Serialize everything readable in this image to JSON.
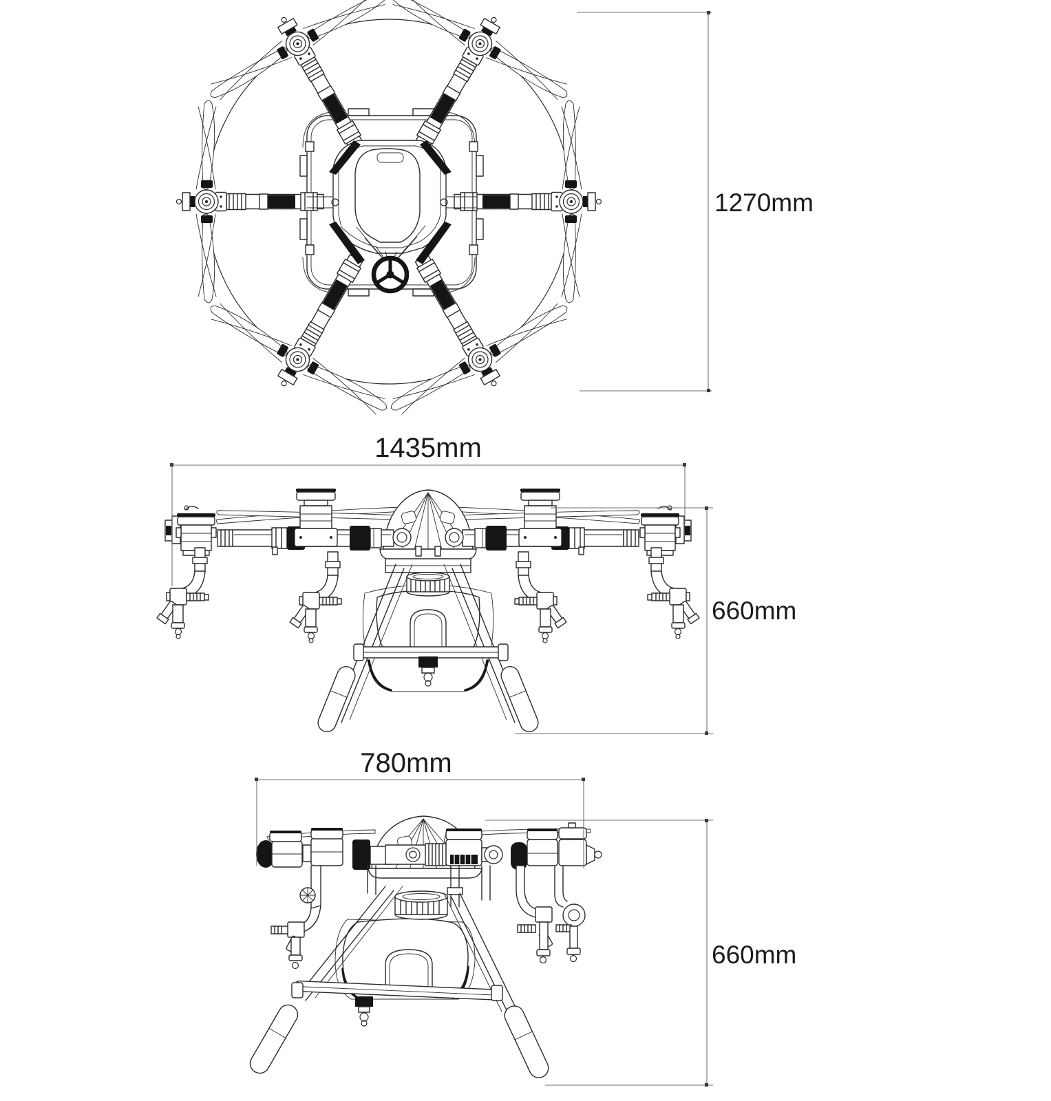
{
  "page": {
    "background": "#ffffff",
    "description": "Three-view dimensional line drawing of a six-rotor agricultural spraying drone"
  },
  "diagram": {
    "views": [
      {
        "id": "top-view",
        "content": "hexacopter seen from above with six arms, folding propellers, center frame, tank and pump wheel, rotor-circle"
      },
      {
        "id": "front-view",
        "content": "drone front elevation with dome canopy, arms, four motors, spray nozzles, tank and landing skids"
      },
      {
        "id": "side-view",
        "content": "drone side elevation with stacked motor row, dome canopy, tank, spray nozzles and landing skids"
      }
    ],
    "dimensions": {
      "top_view_diameter": "1270mm",
      "front_view_width": "1435mm",
      "front_view_height": "660mm",
      "side_view_width": "780mm",
      "side_view_height": "660mm"
    },
    "colors": {
      "line": "#2b2b2b",
      "black_parts": "#151515",
      "dimension_line": "#6f6f6f",
      "text": "#1b1b1b"
    }
  }
}
